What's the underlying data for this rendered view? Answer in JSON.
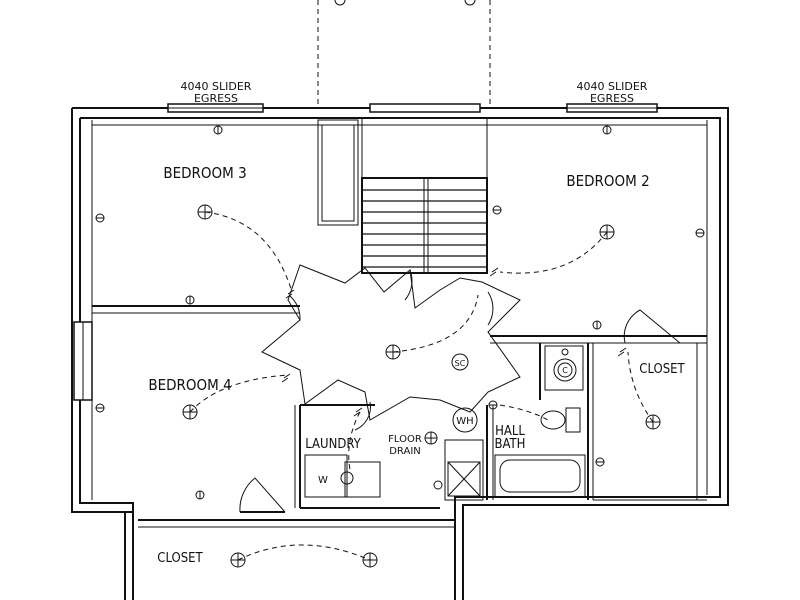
{
  "rooms": {
    "bedroom3": "BEDROOM 3",
    "bedroom2": "BEDROOM 2",
    "bedroom4": "BEDROOM 4",
    "closet_right": "CLOSET",
    "closet_bottom": "CLOSET",
    "laundry": "LAUNDRY",
    "hall_bath_line1": "HALL",
    "hall_bath_line2": "BATH"
  },
  "windows": {
    "left_line1": "4040 SLIDER",
    "left_line2": "EGRESS",
    "right_line1": "4040 SLIDER",
    "right_line2": "EGRESS"
  },
  "fixtures": {
    "floor_drain_line1": "FLOOR",
    "floor_drain_line2": "DRAIN",
    "water_heater": "WH",
    "smoke_detector": "SC",
    "washer": "W",
    "toilet_c": "C"
  }
}
